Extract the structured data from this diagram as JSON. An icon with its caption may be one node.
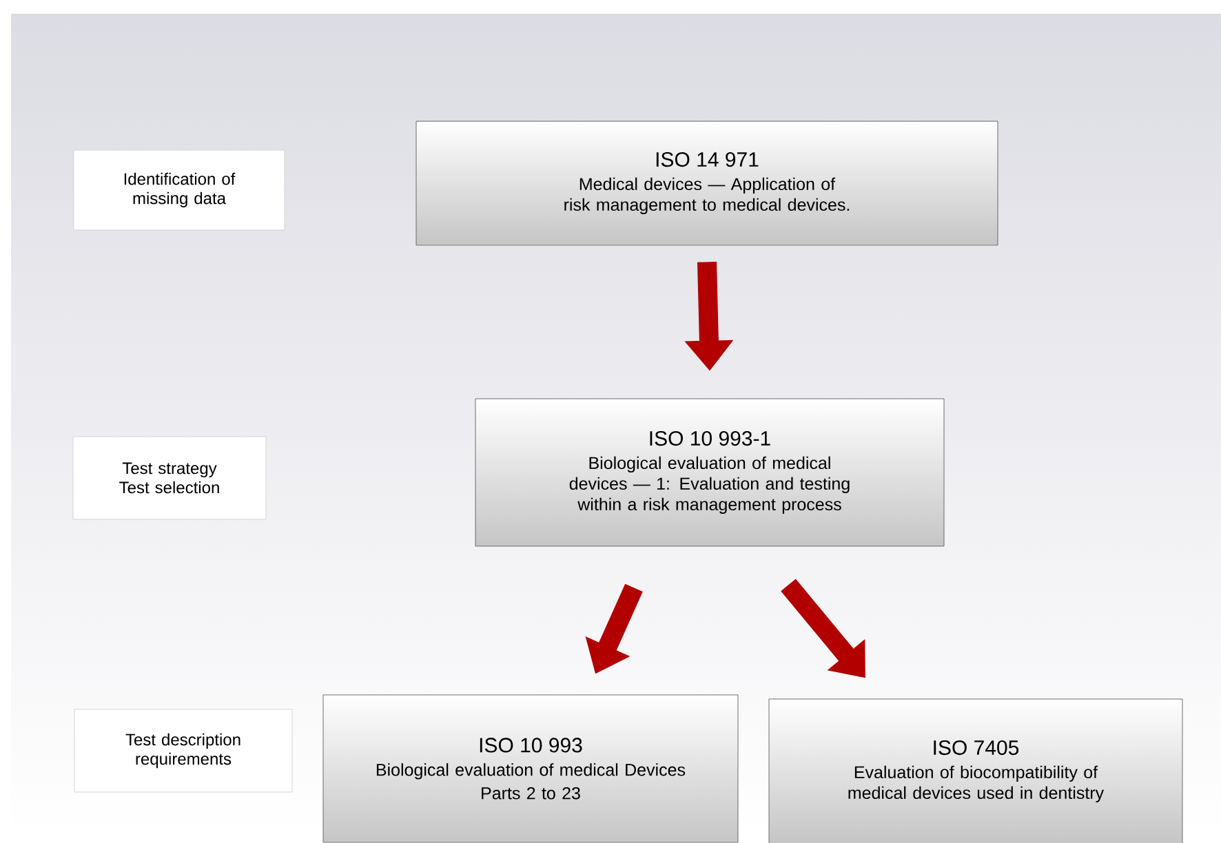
{
  "diagram": {
    "nodes": [
      {
        "text": [
          "Identification of missing data"
        ]
      },
      {
        "text": [
          "ISO 14 971",
          "Medical devices — Application of risk management to medical devices."
        ]
      },
      {
        "text": [
          "Test strategy Test selection"
        ]
      },
      {
        "text": [
          "ISO 10 993-1",
          "Biological evaluation of medical devices — 1: Evaluation and testing within a risk management process"
        ]
      },
      {
        "text": [
          "Test description requirements"
        ]
      },
      {
        "text": [
          "ISO 10 993",
          "Biological evaluation of medical Devices",
          "Parts 2 to 23"
        ]
      },
      {
        "text": [
          "ISO 7405",
          "Evaluation of biocompatibility of medical devices used in dentistry"
        ]
      }
    ],
    "edges": [
      {
        "from": 1,
        "to": 3,
        "arrow": "to"
      },
      {
        "from": 3,
        "to": 5,
        "arrow": "to"
      },
      {
        "from": 3,
        "to": 6,
        "arrow": "to"
      }
    ]
  }
}
